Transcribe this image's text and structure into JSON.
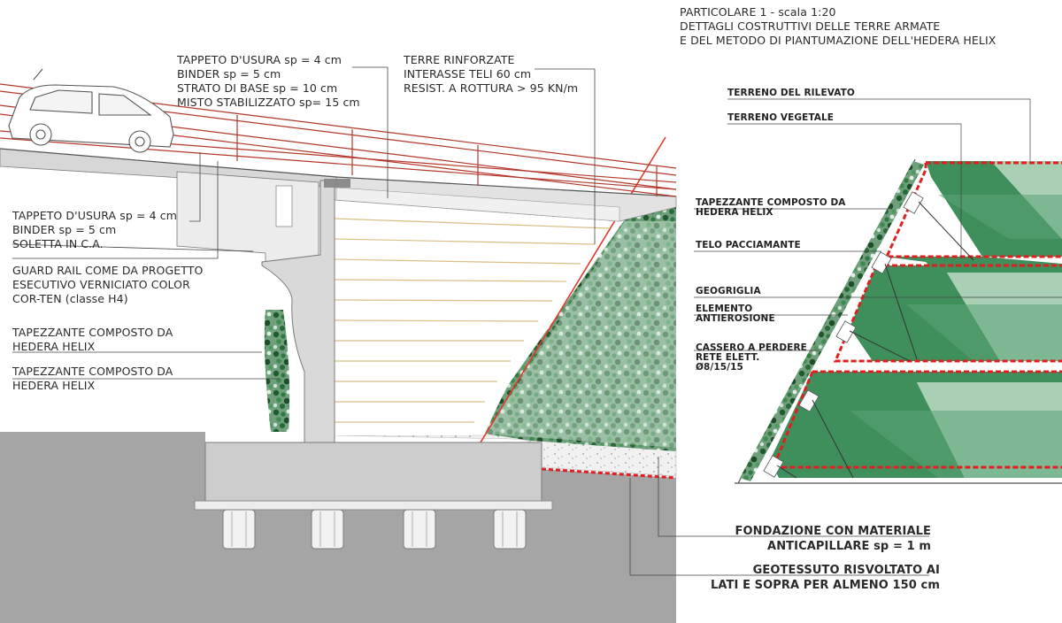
{
  "detail_title": {
    "lines": [
      "PARTICOLARE 1 - scala 1:20",
      "DETTAGLI COSTRUTTIVI DELLE TERRE ARMATE",
      "E DEL METODO DI PIANTUMAZIONE DELL'HEDERA HELIX"
    ]
  },
  "labels": {
    "road_layers": [
      "TAPPETO D'USURA sp = 4 cm",
      "BINDER sp = 5 cm",
      "STRATO DI BASE sp = 10 cm",
      "MISTO STABILIZZATO sp= 15 cm"
    ],
    "reinforced_earth": [
      "TERRE RINFORZATE",
      "INTERASSE TELI 60 cm",
      "RESIST. A ROTTURA > 95 KN/m"
    ],
    "bridge_layers": [
      "TAPPETO D'USURA sp = 4 cm",
      "BINDER sp = 5 cm",
      "SOLETTA IN C.A."
    ],
    "guard_rail": [
      "GUARD RAIL COME DA PROGETTO",
      "ESECUTIVO VERNICIATO COLOR",
      "COR-TEN (classe H4)"
    ],
    "ivy_1": [
      "TAPEZZANTE COMPOSTO DA",
      "HEDERA HELIX"
    ],
    "ivy_2": [
      "TAPEZZANTE COMPOSTO DA",
      "HEDERA HELIX"
    ],
    "foundation": [
      "FONDAZIONE CON MATERIALE",
      "ANTICAPILLARE sp = 1 m"
    ],
    "geotextile": [
      "GEOTESSUTO RISVOLTATO AI",
      "LATI E SOPRA PER ALMENO 150 cm"
    ]
  },
  "detail_labels": {
    "embankment_soil": "TERRENO DEL RILEVATO",
    "topsoil": "TERRENO VEGETALE",
    "ivy_cover": [
      "TAPEZZANTE COMPOSTO DA",
      "HEDERA HELIX"
    ],
    "mulch_sheet": "TELO PACCIAMANTE",
    "geogrid": "GEOGRIGLIA",
    "anti_erosion": [
      "ELEMENTO",
      "ANTIEROSIONE"
    ],
    "formwork": [
      "CASSERO A PERDERE",
      "RETE ELETT.",
      "Ø8/15/15"
    ]
  },
  "colors": {
    "ground": "#a5a5a5",
    "concrete": "#cfcfcf",
    "rail": "#b4372a",
    "geotextile": "#e02020",
    "ivy": "#2f6b3a",
    "terrace_dark": "#3f8f5c",
    "terrace_light": "#a9cfb5"
  }
}
